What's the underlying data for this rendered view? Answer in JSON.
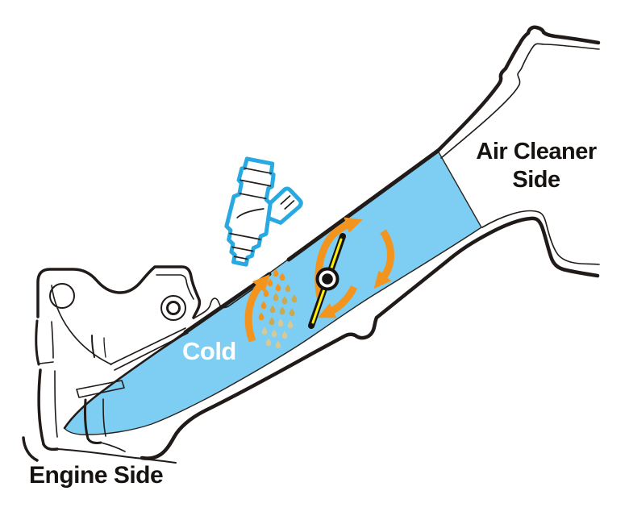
{
  "labels": {
    "cold": "Cold",
    "engine_side": "Engine Side",
    "air_cleaner_line1": "Air Cleaner",
    "air_cleaner_line2": "Side"
  },
  "colors": {
    "duct_air": "#7DCEF2",
    "injector_outline": "#29A9E1",
    "flow_orange": "#F2941E",
    "droplet_mid": "#CDA84E",
    "droplet_light": "#D8C893",
    "valve_yellow": "#FFF000",
    "line_black": "#201B18",
    "cold_text": "#FFFFFF",
    "label_text": "#151210"
  }
}
